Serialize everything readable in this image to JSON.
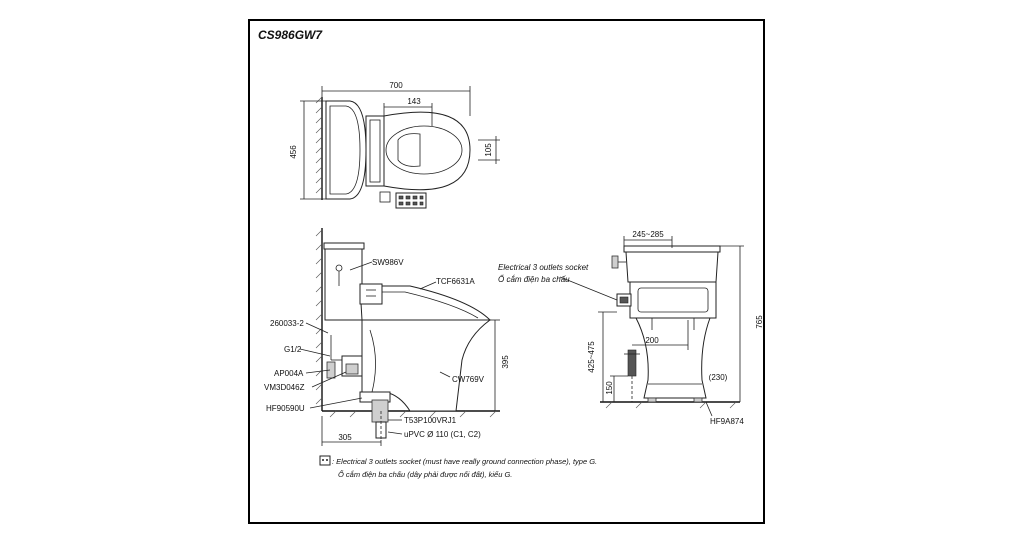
{
  "model": "CS986GW7",
  "top_view": {
    "dim_width": "700",
    "dim_depth": "456",
    "dim_seat_offset": "143",
    "dim_bowl": "105"
  },
  "side_view": {
    "label_seat_model": "SW986V",
    "label_washlet": "TCF6631A",
    "label_part_a": "260033-2",
    "label_g": "G1/2",
    "label_ap": "AP004A",
    "label_vm": "VM3D046Z",
    "label_hf": "HF90590U",
    "label_bowl": "CW769V",
    "label_trap": "T53P100VRJ1",
    "label_pipe": "uPVC Ø 110 (C1, C2)",
    "dim_rough_in": "305",
    "dim_height": "395"
  },
  "front_view": {
    "socket_en": "Electrical 3 outlets socket",
    "socket_vi": "Ổ cắm điện ba chấu",
    "dim_top": "245~285",
    "dim_total_height": "765",
    "dim_supply_width": "200",
    "dim_socket_height": "425~475",
    "dim_supply_height": "150",
    "dim_base": "(230)",
    "label_hf": "HF9A874"
  },
  "footnote": {
    "line_en": ": Electrical 3 outlets socket (must have really ground connection phase), type G.",
    "line_vi": "Ổ cắm điện ba chấu (dây phải được nối đất), kiểu G."
  }
}
